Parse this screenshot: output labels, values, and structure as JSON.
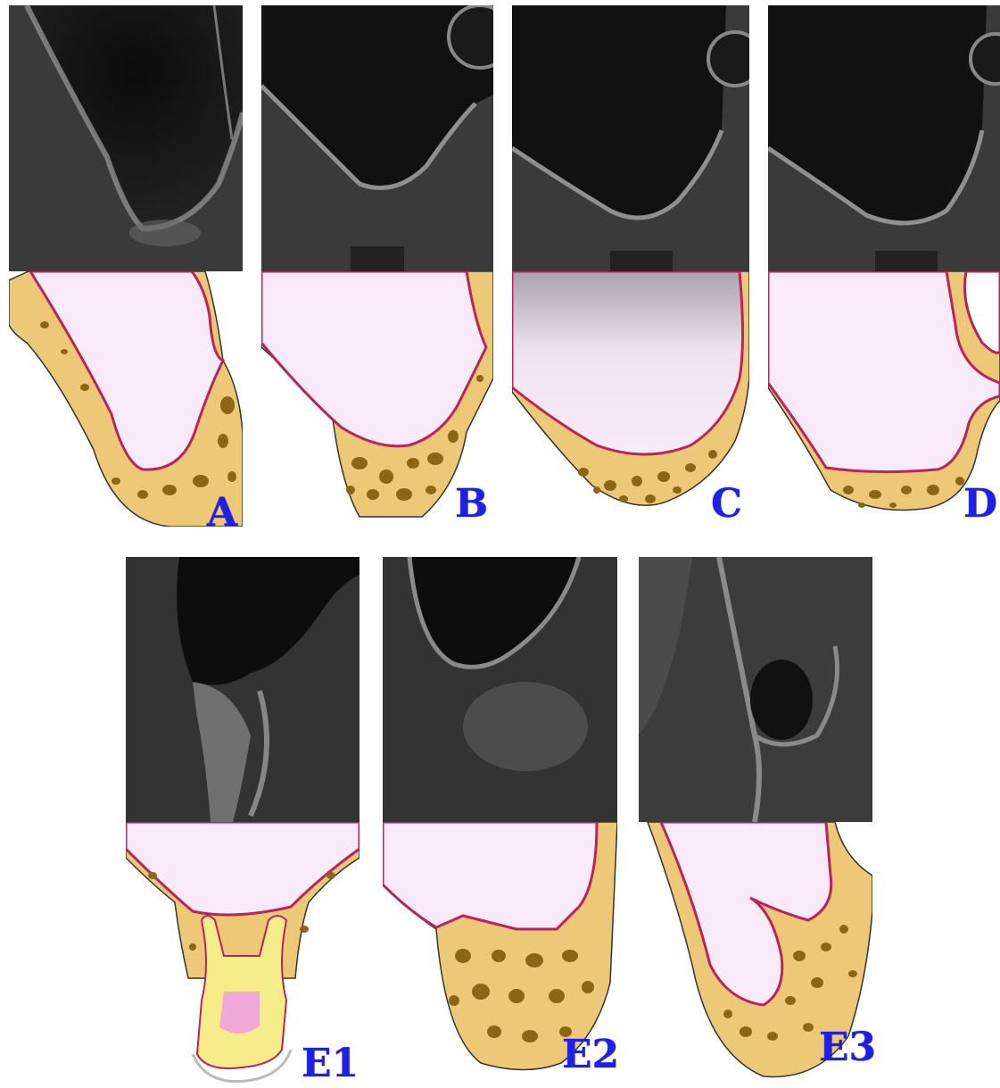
{
  "labels": {
    "a": "A",
    "b": "B",
    "c": "C",
    "d": "D",
    "e1": "E1",
    "e2": "E2",
    "e3": "E3"
  },
  "colors": {
    "bone": "#ecc877",
    "trabecular_space": "#8a6616",
    "sinus": "#f8eaf8",
    "membrane": "#b8245c",
    "label": "#1f1fe6",
    "ct_dark": "#151515",
    "ct_bone": "#9a9a9a"
  }
}
